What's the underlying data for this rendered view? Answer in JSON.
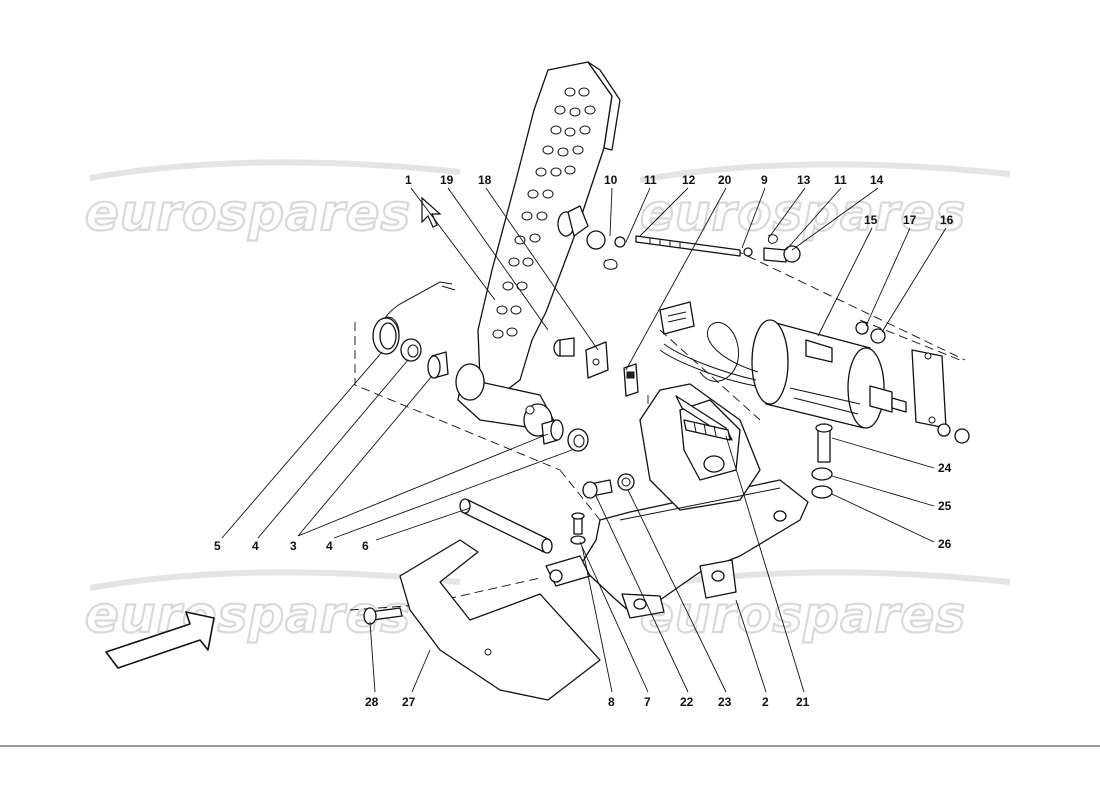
{
  "diagram": {
    "watermarks": [
      {
        "text": "eurospares"
      },
      {
        "text": "eurospares"
      },
      {
        "text": "eurospares"
      },
      {
        "text": "eurospares"
      }
    ],
    "callouts": [
      {
        "id": "1",
        "text": "1"
      },
      {
        "id": "19",
        "text": "19"
      },
      {
        "id": "18",
        "text": "18"
      },
      {
        "id": "10",
        "text": "10"
      },
      {
        "id": "11a",
        "text": "11"
      },
      {
        "id": "12",
        "text": "12"
      },
      {
        "id": "20",
        "text": "20"
      },
      {
        "id": "9",
        "text": "9"
      },
      {
        "id": "13",
        "text": "13"
      },
      {
        "id": "11b",
        "text": "11"
      },
      {
        "id": "14",
        "text": "14"
      },
      {
        "id": "15",
        "text": "15"
      },
      {
        "id": "17",
        "text": "17"
      },
      {
        "id": "16",
        "text": "16"
      },
      {
        "id": "24",
        "text": "24"
      },
      {
        "id": "25",
        "text": "25"
      },
      {
        "id": "26",
        "text": "26"
      },
      {
        "id": "5",
        "text": "5"
      },
      {
        "id": "4a",
        "text": "4"
      },
      {
        "id": "3",
        "text": "3"
      },
      {
        "id": "4b",
        "text": "4"
      },
      {
        "id": "6",
        "text": "6"
      },
      {
        "id": "28",
        "text": "28"
      },
      {
        "id": "27",
        "text": "27"
      },
      {
        "id": "8",
        "text": "8"
      },
      {
        "id": "7",
        "text": "7"
      },
      {
        "id": "22",
        "text": "22"
      },
      {
        "id": "23",
        "text": "23"
      },
      {
        "id": "2",
        "text": "2"
      },
      {
        "id": "21",
        "text": "21"
      }
    ]
  }
}
